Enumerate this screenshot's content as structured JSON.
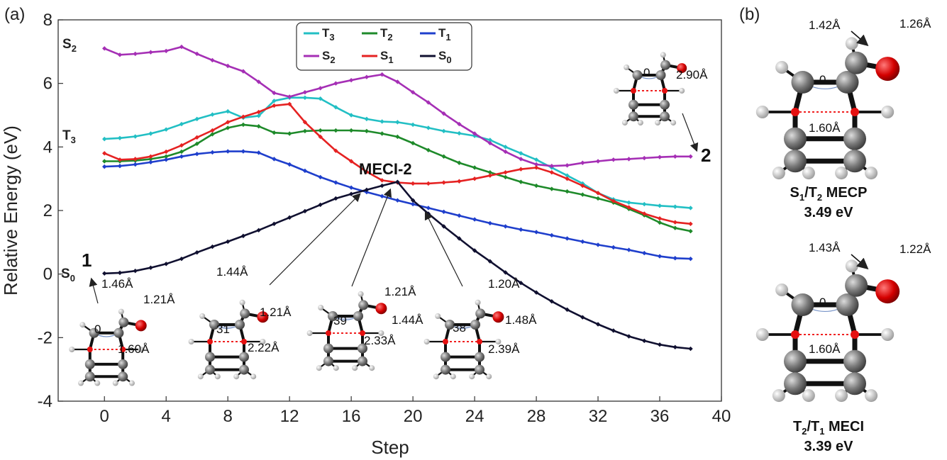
{
  "panels": {
    "a": "(a)",
    "b": "(b)"
  },
  "state_labels": {
    "s2": {
      "main": "S",
      "sub": "2"
    },
    "t3": {
      "main": "T",
      "sub": "3"
    },
    "s0": {
      "main": "S",
      "sub": "0"
    }
  },
  "annotations": {
    "start": "1",
    "end": "2",
    "meci2": "MECI-2"
  },
  "geometry_labels": {
    "g1": {
      "a": "1.46Å",
      "b": "1.21Å",
      "ang": "0",
      "d": "1.60Å"
    },
    "g2": {
      "a": "1.44Å",
      "b": "1.21Å",
      "ang": "31",
      "d": "2.22Å"
    },
    "g3": {
      "a": "1.21Å",
      "b": "1.44Å",
      "ang": "39",
      "d": "2.33Å"
    },
    "g4": {
      "a": "1.20Å",
      "b": "1.48Å",
      "ang": "38",
      "d": "2.39Å"
    },
    "g5": {
      "ang": "0",
      "d": "2.90Å"
    },
    "b1": {
      "a": "1.42Å",
      "b": "1.26Å",
      "ang": "0",
      "d": "1.60Å"
    },
    "b2": {
      "a": "1.43Å",
      "b": "1.22Å",
      "ang": "0",
      "d": "1.60Å"
    }
  },
  "panel_b": {
    "top_caption": {
      "pre": "S",
      "s1": "1",
      "mid": "/T",
      "s2": "2",
      "post": " MECP",
      "energy": "3.49 eV"
    },
    "bottom_caption": {
      "pre": "T",
      "s1": "2",
      "mid": "/T",
      "s2": "1",
      "post": " MECI",
      "energy": "3.39 eV"
    }
  },
  "chart_data": {
    "type": "line",
    "xlabel": "Step",
    "ylabel": "Relative Energy (eV)",
    "xlim": [
      -3,
      40
    ],
    "ylim": [
      -4,
      8
    ],
    "xticks": [
      0,
      4,
      8,
      12,
      16,
      20,
      24,
      28,
      32,
      36,
      40
    ],
    "yticks": [
      -4,
      -2,
      0,
      2,
      4,
      6,
      8
    ],
    "grid": false,
    "legend_position": "top-center",
    "x": [
      0,
      1,
      2,
      3,
      4,
      5,
      6,
      7,
      8,
      9,
      10,
      11,
      12,
      13,
      14,
      15,
      16,
      17,
      18,
      19,
      20,
      21,
      22,
      23,
      24,
      25,
      26,
      27,
      28,
      29,
      30,
      31,
      32,
      33,
      34,
      35,
      36,
      37,
      38
    ],
    "series": [
      {
        "name": "T3",
        "label_main": "T",
        "label_sub": "3",
        "color": "#22BFC4",
        "values": [
          4.25,
          4.28,
          4.33,
          4.42,
          4.55,
          4.72,
          4.88,
          5.02,
          5.12,
          4.92,
          4.98,
          5.45,
          5.55,
          5.55,
          5.52,
          5.25,
          5.0,
          4.88,
          4.8,
          4.78,
          4.7,
          4.6,
          4.5,
          4.43,
          4.35,
          4.22,
          4.0,
          3.8,
          3.6,
          3.35,
          3.1,
          2.85,
          2.55,
          2.35,
          2.25,
          2.2,
          2.15,
          2.12,
          2.08
        ]
      },
      {
        "name": "T2",
        "label_main": "T",
        "label_sub": "2",
        "color": "#1E8A2A",
        "values": [
          3.55,
          3.55,
          3.57,
          3.62,
          3.7,
          3.85,
          4.1,
          4.4,
          4.6,
          4.7,
          4.65,
          4.45,
          4.42,
          4.5,
          4.52,
          4.52,
          4.52,
          4.5,
          4.42,
          4.32,
          4.12,
          3.9,
          3.7,
          3.5,
          3.35,
          3.2,
          3.05,
          2.9,
          2.78,
          2.68,
          2.6,
          2.5,
          2.38,
          2.25,
          2.05,
          1.85,
          1.62,
          1.45,
          1.35
        ]
      },
      {
        "name": "T1",
        "label_main": "T",
        "label_sub": "1",
        "color": "#1F3FCC",
        "values": [
          3.38,
          3.4,
          3.45,
          3.52,
          3.6,
          3.7,
          3.78,
          3.83,
          3.86,
          3.86,
          3.82,
          3.62,
          3.45,
          3.25,
          3.05,
          2.88,
          2.72,
          2.58,
          2.45,
          2.32,
          2.2,
          2.08,
          1.96,
          1.84,
          1.72,
          1.6,
          1.5,
          1.4,
          1.32,
          1.22,
          1.12,
          1.02,
          0.92,
          0.84,
          0.76,
          0.66,
          0.56,
          0.5,
          0.48
        ]
      },
      {
        "name": "S2",
        "label_main": "S",
        "label_sub": "2",
        "color": "#A52FB5",
        "values": [
          7.1,
          6.9,
          6.93,
          6.98,
          7.02,
          7.15,
          6.93,
          6.73,
          6.55,
          6.38,
          6.05,
          5.7,
          5.58,
          5.72,
          5.85,
          6.0,
          6.1,
          6.2,
          6.28,
          6.05,
          5.72,
          5.4,
          5.05,
          4.72,
          4.42,
          4.12,
          3.85,
          3.62,
          3.45,
          3.4,
          3.42,
          3.5,
          3.55,
          3.6,
          3.62,
          3.65,
          3.68,
          3.7,
          3.7
        ]
      },
      {
        "name": "S1",
        "label_main": "S",
        "label_sub": "1",
        "color": "#E52222",
        "values": [
          3.8,
          3.6,
          3.62,
          3.7,
          3.85,
          4.05,
          4.3,
          4.52,
          4.78,
          4.95,
          5.1,
          5.3,
          5.35,
          4.78,
          4.32,
          3.88,
          3.55,
          3.22,
          2.95,
          2.88,
          2.85,
          2.85,
          2.88,
          2.92,
          3.0,
          3.1,
          3.2,
          3.3,
          3.35,
          3.2,
          3.0,
          2.78,
          2.55,
          2.3,
          2.1,
          1.9,
          1.75,
          1.63,
          1.58
        ]
      },
      {
        "name": "S0",
        "label_main": "S",
        "label_sub": "0",
        "color": "#101030",
        "values": [
          0.02,
          0.04,
          0.1,
          0.2,
          0.32,
          0.48,
          0.68,
          0.86,
          1.02,
          1.2,
          1.38,
          1.58,
          1.78,
          1.98,
          2.18,
          2.38,
          2.52,
          2.65,
          2.78,
          2.9,
          2.32,
          1.9,
          1.5,
          1.12,
          0.74,
          0.4,
          0.05,
          -0.28,
          -0.58,
          -0.86,
          -1.12,
          -1.36,
          -1.58,
          -1.78,
          -1.96,
          -2.1,
          -2.22,
          -2.3,
          -2.35
        ]
      }
    ]
  }
}
